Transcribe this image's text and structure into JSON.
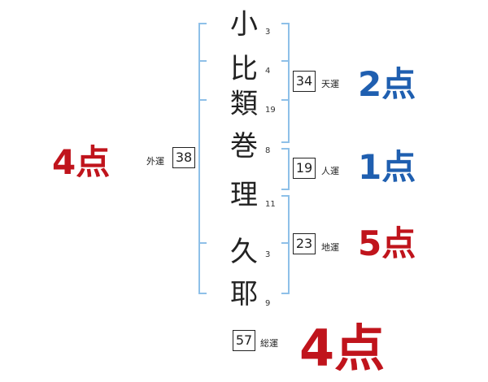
{
  "characters": [
    {
      "char": "小",
      "strokes": "3"
    },
    {
      "char": "比",
      "strokes": "4"
    },
    {
      "char": "類",
      "strokes": "19"
    },
    {
      "char": "巻",
      "strokes": "8"
    },
    {
      "char": "理",
      "strokes": "11"
    },
    {
      "char": "久",
      "strokes": "3"
    },
    {
      "char": "耶",
      "strokes": "9"
    }
  ],
  "fortunes": {
    "tenun": {
      "label": "天運",
      "value": "34",
      "score": "2点",
      "color": "#1f5fb0"
    },
    "jinun": {
      "label": "人運",
      "value": "19",
      "score": "1点",
      "color": "#1f5fb0"
    },
    "chiun": {
      "label": "地運",
      "value": "23",
      "score": "5点",
      "color": "#c0141c"
    },
    "gaiun": {
      "label": "外運",
      "value": "38",
      "score": "4点",
      "color": "#c0141c"
    },
    "souun": {
      "label": "総運",
      "value": "57",
      "score": "4点",
      "color": "#c0141c"
    }
  },
  "colors": {
    "bracket": "#8ec0e8"
  }
}
